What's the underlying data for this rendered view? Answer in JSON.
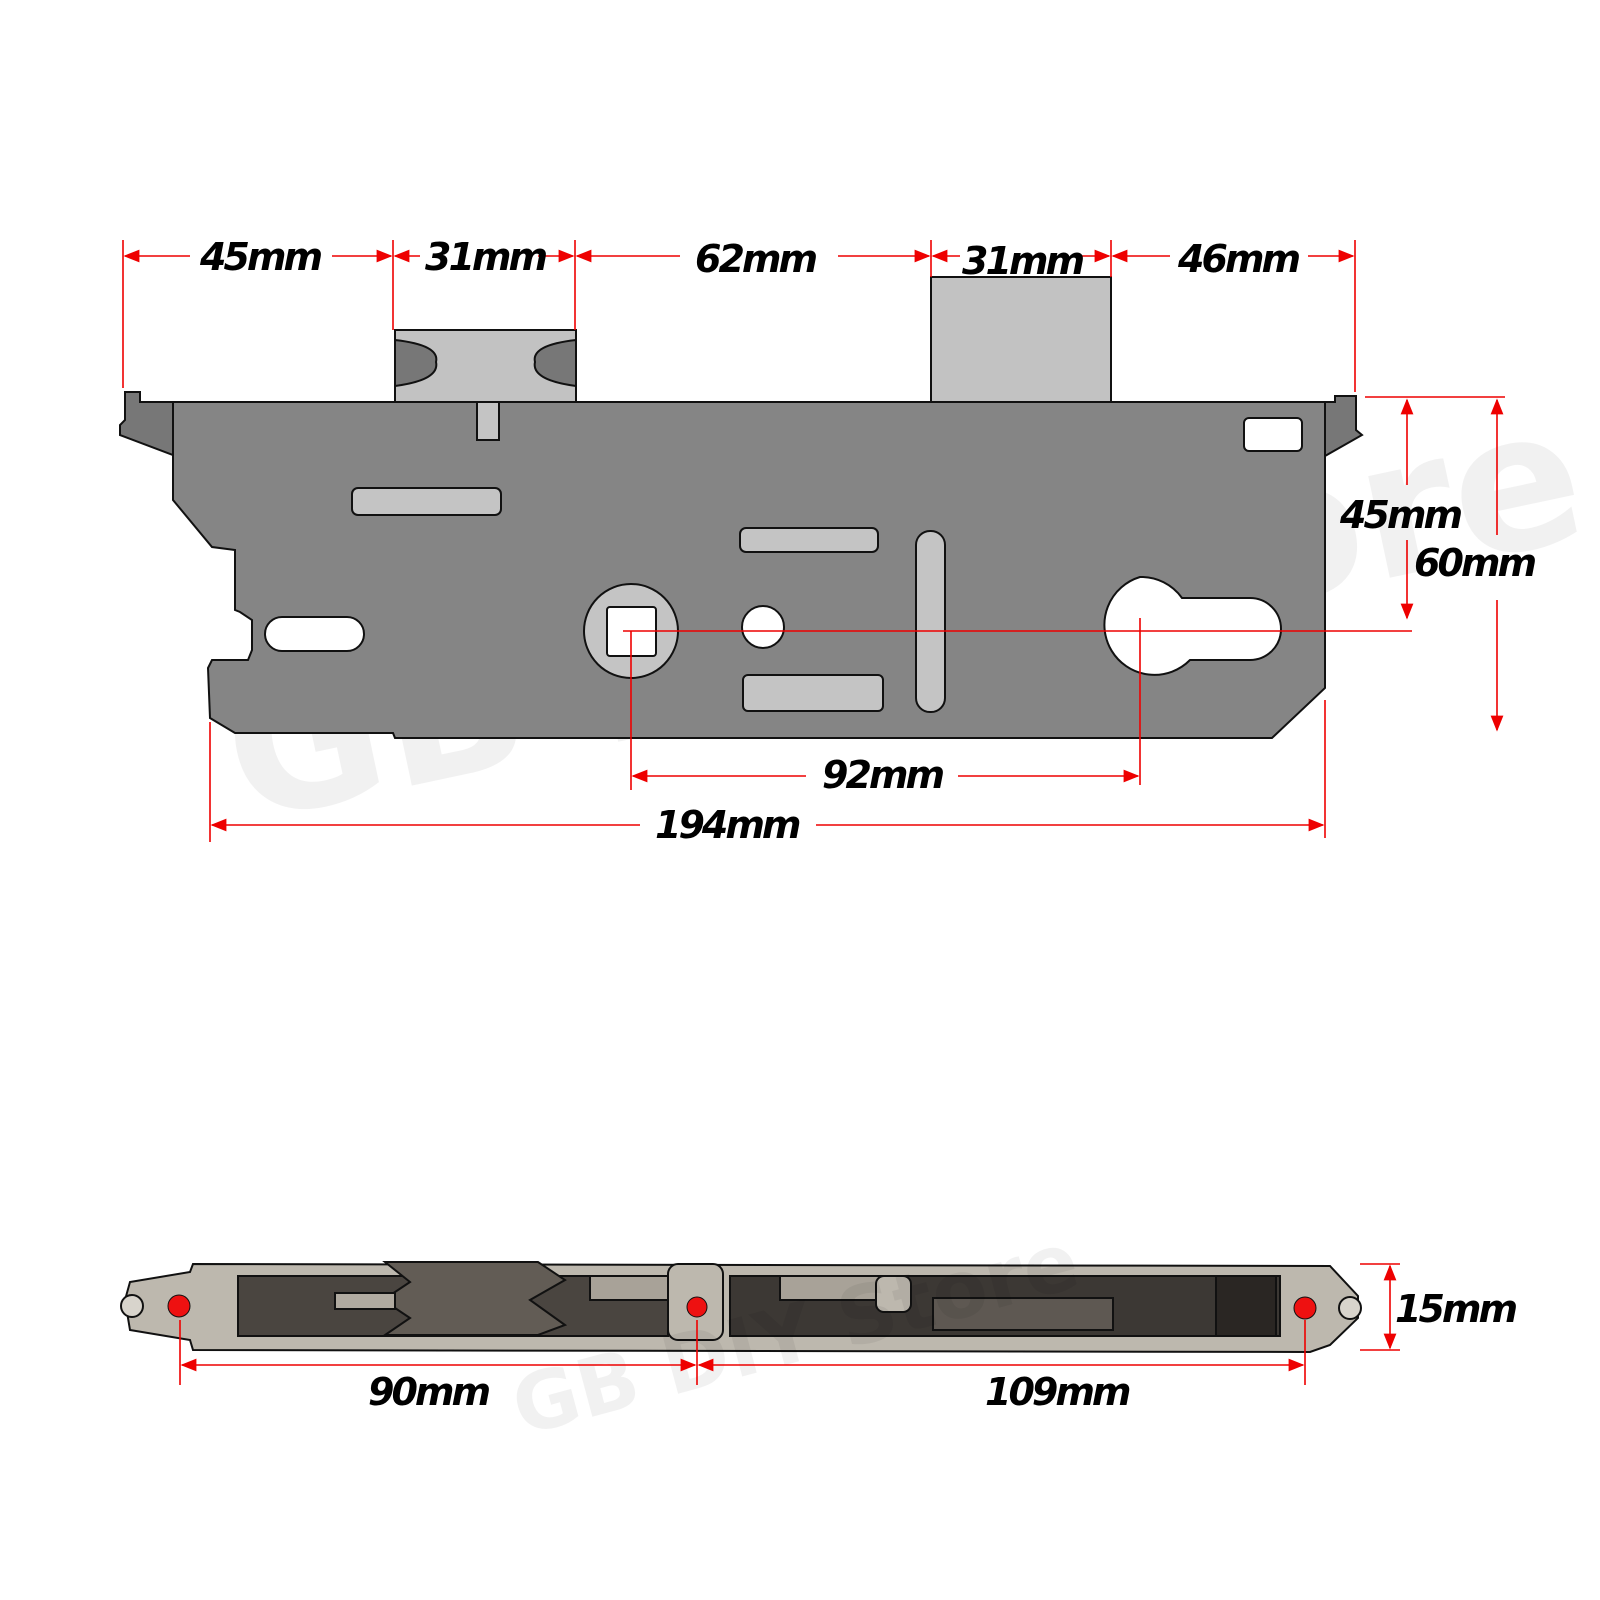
{
  "watermark": "GB DIY Store",
  "colors": {
    "plate": "#858585",
    "cutout": "#c4c4c4",
    "dimension_line": "#ee0000",
    "pin": "#ee1111",
    "side_body": "#bdb8ae",
    "side_dark": "#4a4540"
  },
  "front_view": {
    "dims_top": [
      "45mm",
      "31mm",
      "62mm",
      "31mm",
      "46mm"
    ],
    "dim_height_45": "45mm",
    "dim_height_60": "60mm",
    "dim_centres": "92mm",
    "dim_length": "194mm"
  },
  "side_view": {
    "dim_left": "90mm",
    "dim_right": "109mm",
    "dim_thickness": "15mm"
  }
}
